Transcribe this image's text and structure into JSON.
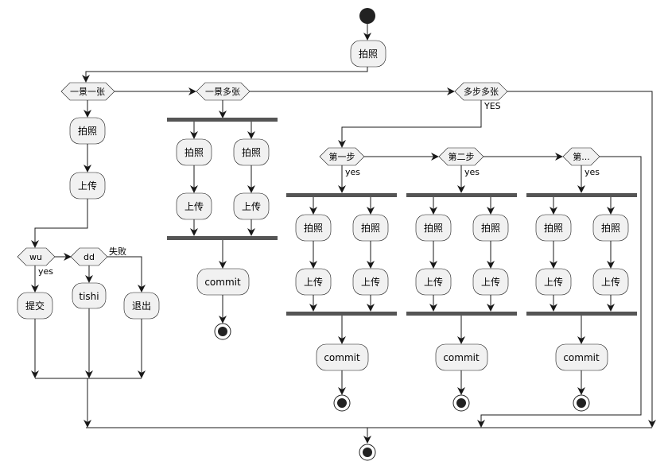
{
  "flow": {
    "take_photo": "拍照",
    "upload": "上传",
    "commit": "commit",
    "submit": "提交",
    "tishi": "tishi",
    "exit": "退出"
  },
  "decisions": {
    "one_scene_one": "一景一张",
    "one_scene_many": "一景多张",
    "multi_step_many": "多步多张",
    "wu": "wu",
    "dd": "dd",
    "step1": "第一步",
    "step2": "第二步",
    "step_n": "第..."
  },
  "guards": {
    "yes_upper": "YES",
    "yes": "yes",
    "fail": "失败"
  }
}
